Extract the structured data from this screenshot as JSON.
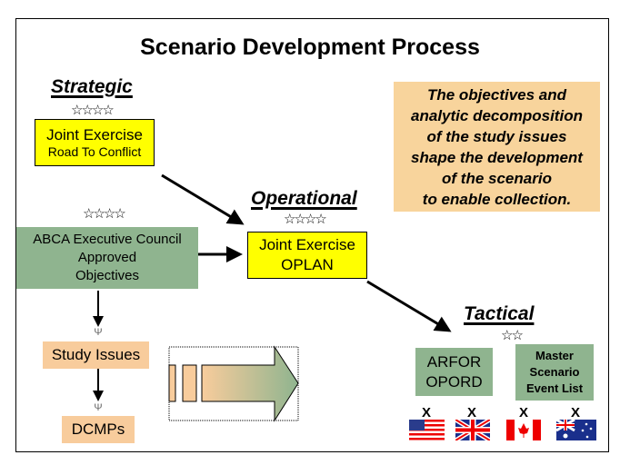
{
  "title": "Scenario Development Process",
  "strategic": {
    "label": "Strategic",
    "stars": "☆☆☆☆",
    "box_line1": "Joint Exercise",
    "box_line2": "Road To Conflict"
  },
  "abca": {
    "stars": "☆☆☆☆",
    "line1": "ABCA Executive Council",
    "line2": "Approved",
    "line3": "Objectives"
  },
  "operational": {
    "label": "Operational",
    "stars": "☆☆☆☆",
    "box_line1": "Joint Exercise",
    "box_line2": "OPLAN"
  },
  "note": {
    "lines": [
      "The objectives and",
      "analytic decomposition",
      "of the study issues",
      "shape the development",
      "of the scenario",
      "to enable collection."
    ]
  },
  "study_issues": "Study Issues",
  "dcmps": "DCMPs",
  "tactical": {
    "label": "Tactical",
    "stars": "☆☆",
    "arfor_line1": "ARFOR",
    "arfor_line2": "OPORD",
    "mse_line1": "Master",
    "mse_line2": "Scenario",
    "mse_line3": "Event List"
  },
  "flags": [
    {
      "country": "usa",
      "mark": "X"
    },
    {
      "country": "uk",
      "mark": "X"
    },
    {
      "country": "canada",
      "mark": "X"
    },
    {
      "country": "australia",
      "mark": "X"
    }
  ]
}
